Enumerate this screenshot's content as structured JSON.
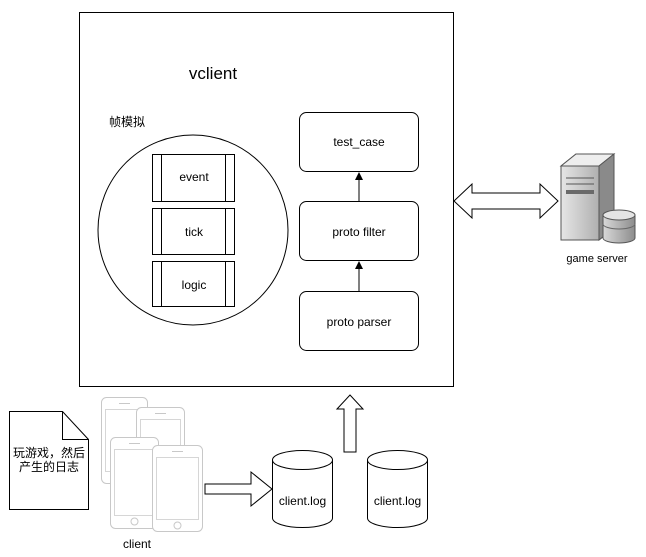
{
  "vclient": {
    "title": "vclient",
    "frame_sim_label": "帧模拟",
    "frame_items": [
      "event",
      "tick",
      "logic"
    ]
  },
  "pipeline": {
    "top": "test_case",
    "middle": "proto filter",
    "bottom": "proto parser"
  },
  "server": {
    "label": "game server"
  },
  "note": {
    "lines": [
      "玩游戏，然后",
      "产生的日志"
    ]
  },
  "client": {
    "label": "client"
  },
  "logs": [
    "client.log",
    "client.log"
  ],
  "colors": {
    "stroke": "#000000",
    "background": "#ffffff",
    "phone_stroke": "#c8c8c8",
    "server_light": "#d6d6d6",
    "server_dark": "#7a7a7a"
  }
}
